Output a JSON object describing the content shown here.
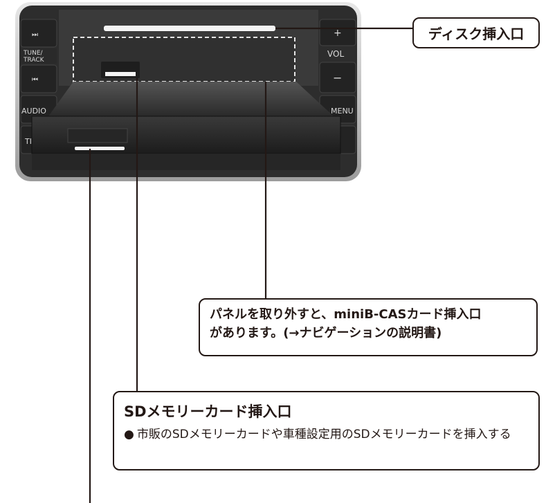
{
  "device": {
    "buttons": {
      "next_icon": "⏭",
      "prev_icon": "⏮",
      "tune_track": [
        "TUNE/",
        "TRACK"
      ],
      "vol": "VOL",
      "vol_plus": "+",
      "vol_minus": "−",
      "audio": "AUDIO",
      "menu": "MENU",
      "ti_partial": "TI"
    }
  },
  "callouts": {
    "disc_slot": "ディスク挿入口",
    "panel_note": [
      "パネルを取り外すと、miniB-CASカード挿入口",
      "があります。(→ナビゲーションの説明書)"
    ],
    "sd_slot": {
      "title": "SDメモリーカード挿入口",
      "bullet": "●",
      "text": "市販のSDメモリーカードや車種設定用のSDメモリーカードを挿入する"
    }
  },
  "colors": {
    "line": "#231815",
    "device_dark": "#2b2b2b",
    "device_frame": "#cfcfcf"
  }
}
